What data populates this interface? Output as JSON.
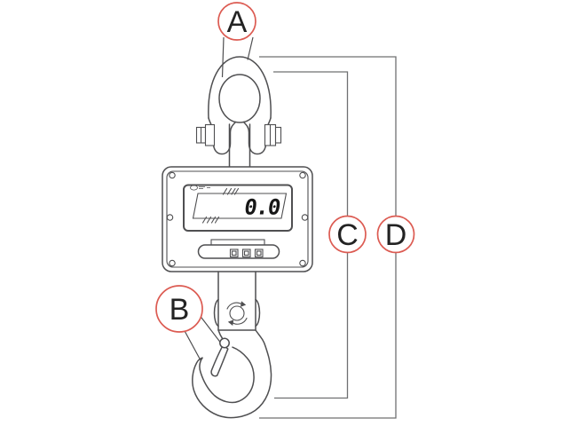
{
  "callouts": {
    "a": "A",
    "b": "B",
    "c": "C",
    "d": "D"
  },
  "display": {
    "value": "0.0"
  },
  "icons": {
    "swivel_rotation": "rotation-arrows"
  },
  "colors": {
    "accent": "#dc5b52",
    "line": "#4f4f51",
    "bracket": "#6f7072",
    "label": "#232323",
    "display": "#161616",
    "background": "#ffffff"
  }
}
